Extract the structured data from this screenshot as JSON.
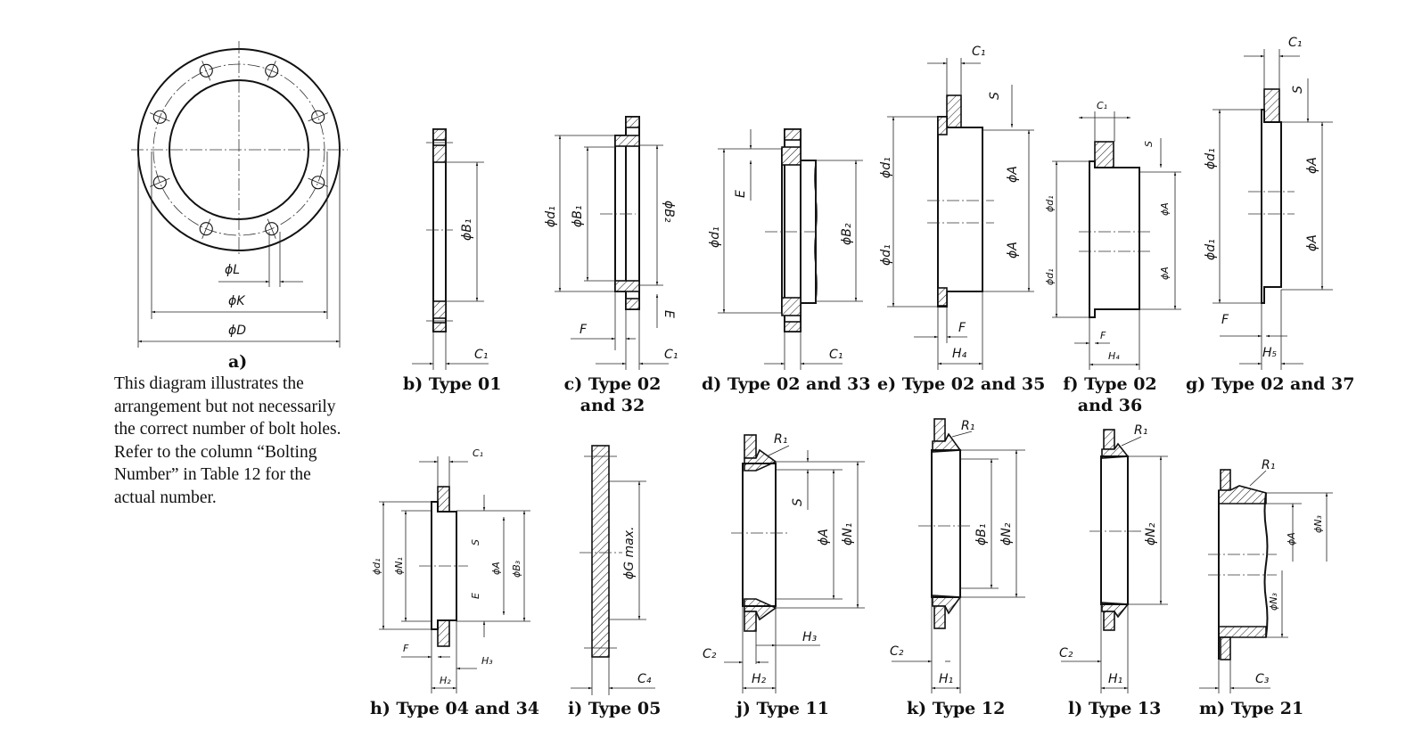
{
  "note": "This diagram illustrates the arrangement but not necessarily the correct number of bolt holes. Refer to the column “Bolting Number” in Table 12 for the actual number.",
  "figures": {
    "a": {
      "caption": "a)",
      "labels": [
        "ϕL",
        "ϕK",
        "ϕD"
      ]
    },
    "b": {
      "caption": "b) Type 01",
      "labels": [
        "ϕB₁",
        "C₁"
      ]
    },
    "c": {
      "caption": "c) Type 02 and 32",
      "labels": [
        "ϕd₁",
        "ϕB₁",
        "ϕB₂",
        "E",
        "F",
        "C₁"
      ]
    },
    "d": {
      "caption": "d) Type 02 and 33",
      "labels": [
        "ϕd₁",
        "E",
        "ϕB₂",
        "C₁"
      ]
    },
    "e": {
      "caption": "e) Type 02 and 35",
      "labels": [
        "C₁",
        "S",
        "ϕd₁",
        "ϕd₁",
        "ϕA",
        "ϕA",
        "F",
        "H₄"
      ]
    },
    "f": {
      "caption": "f) Type 02 and 36",
      "labels": [
        "C₁",
        "S",
        "ϕd₁",
        "ϕd₁",
        "ϕA",
        "ϕA",
        "F",
        "H₄"
      ]
    },
    "g": {
      "caption": "g) Type 02 and 37",
      "labels": [
        "C₁",
        "S",
        "ϕd₁",
        "ϕd₁",
        "ϕA",
        "ϕA",
        "F",
        "H₅"
      ]
    },
    "h": {
      "caption": "h) Type 04 and 34",
      "labels": [
        "C₁",
        "ϕd₁",
        "ϕN₁",
        "S",
        "E",
        "ϕA",
        "ϕB₃",
        "F",
        "H₃",
        "H₂"
      ]
    },
    "i": {
      "caption": "i) Type 05",
      "labels": [
        "ϕG max.",
        "C₄"
      ]
    },
    "j": {
      "caption": "j) Type 11",
      "labels": [
        "R₁",
        "S",
        "ϕA",
        "ϕN₁",
        "H₃",
        "C₂",
        "H₂"
      ]
    },
    "k": {
      "caption": "k) Type 12",
      "labels": [
        "R₁",
        "ϕB₁",
        "ϕN₂",
        "C₂",
        "H₁"
      ]
    },
    "l": {
      "caption": "l) Type 13",
      "labels": [
        "R₁",
        "ϕN₂",
        "C₂",
        "H₁"
      ]
    },
    "m": {
      "caption": "m) Type 21",
      "labels": [
        "R₁",
        "ϕA",
        "ϕN₃",
        "ϕN₃",
        "C₃"
      ]
    }
  }
}
